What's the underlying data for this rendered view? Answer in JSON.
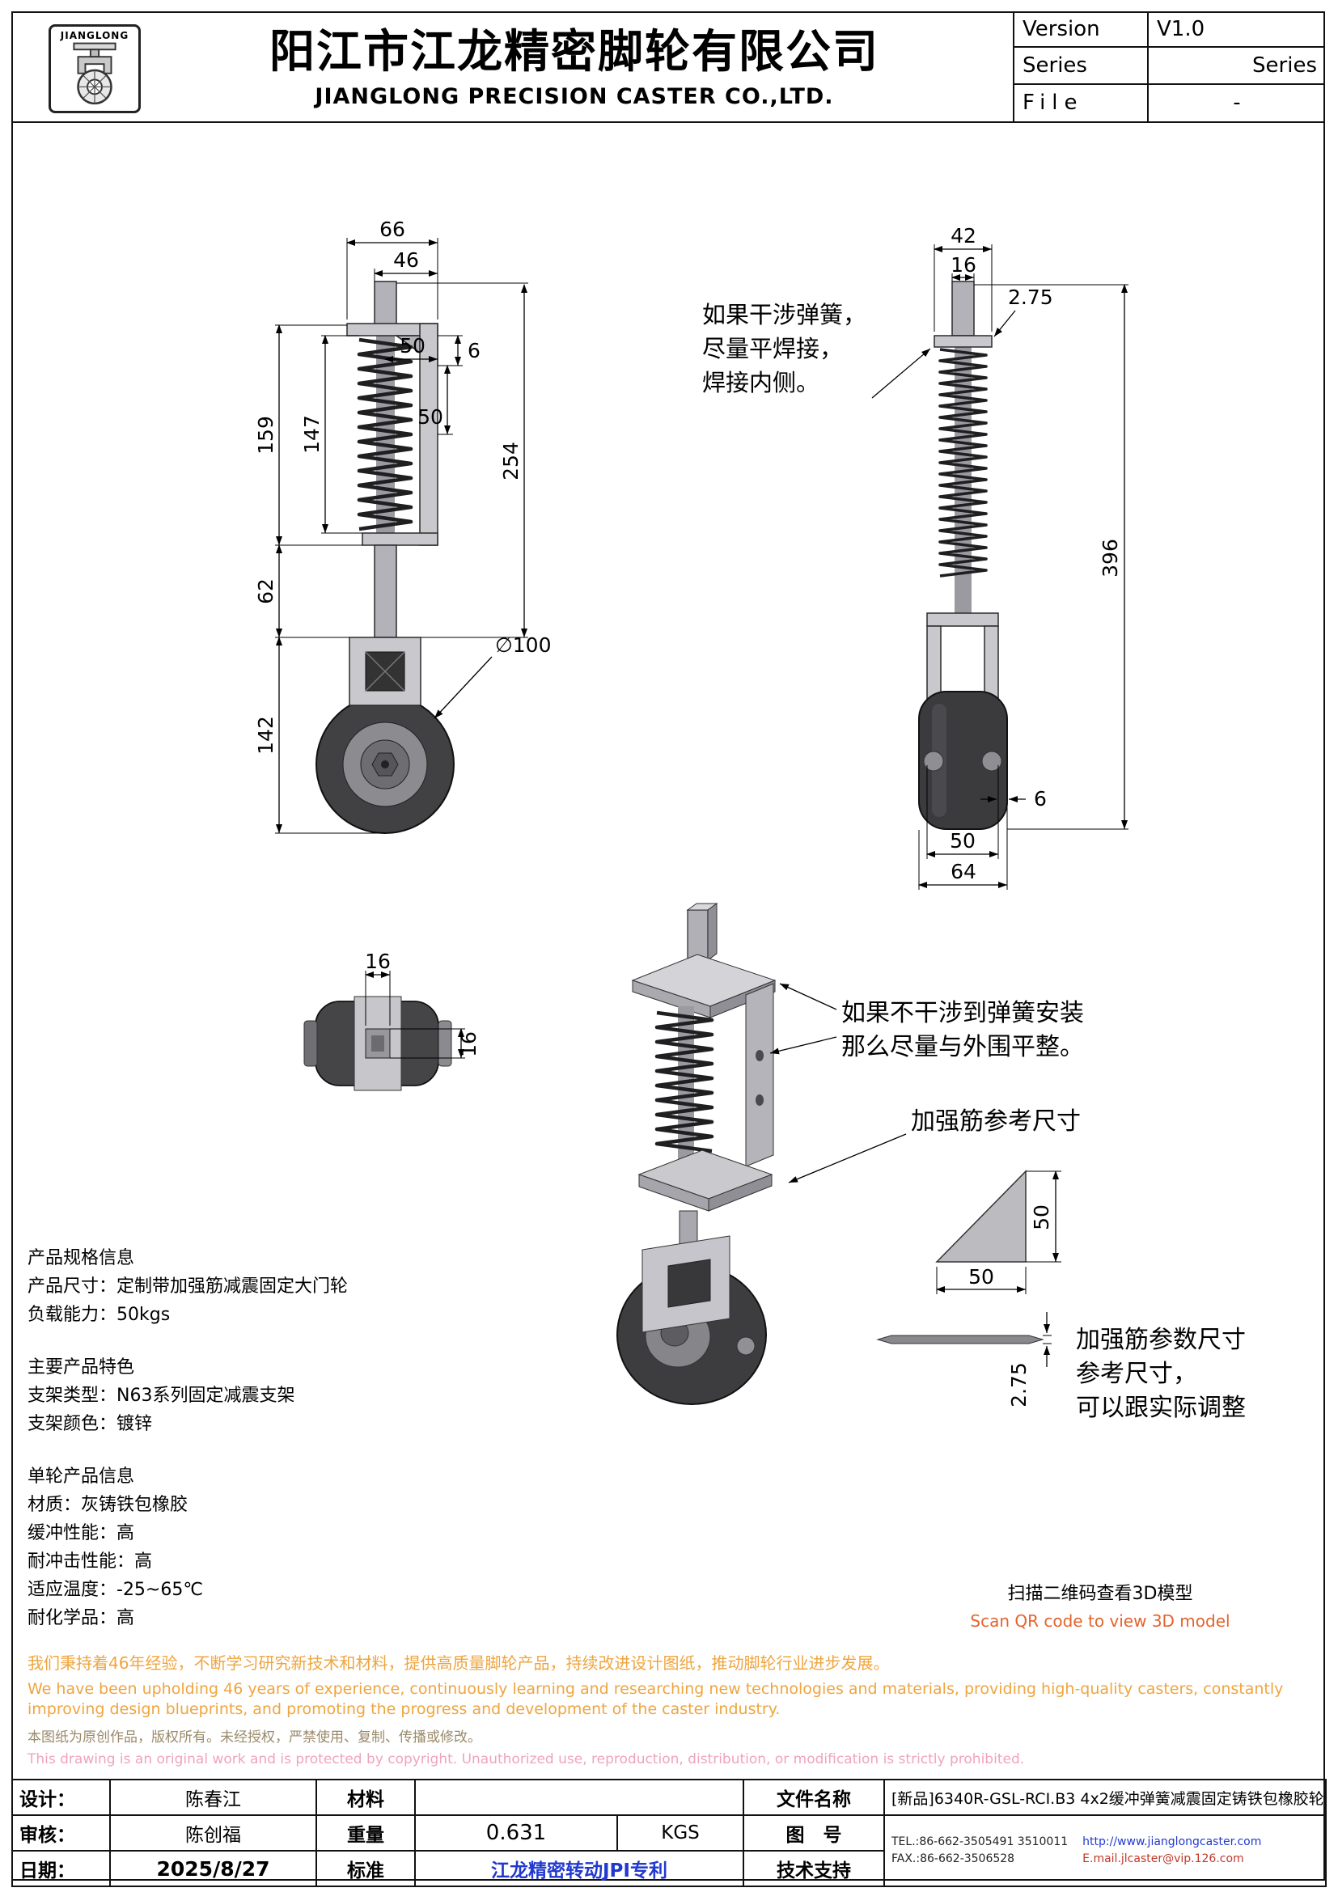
{
  "header": {
    "logo_text": "JIANGLONG",
    "company_cn": "阳江市江龙精密脚轮有限公司",
    "company_en": "JIANGLONG PRECISION CASTER CO.,LTD.",
    "meta": {
      "version_label": "Version",
      "version_value": "V1.0",
      "series_label": "Series",
      "series_value": "Series",
      "file_label": "File",
      "file_value": "-"
    }
  },
  "front_view": {
    "dim_66": "66",
    "dim_46": "46",
    "dim_50a": "50",
    "dim_6": "6",
    "dim_50b": "50",
    "dim_159": "159",
    "dim_147": "147",
    "dim_254": "254",
    "dim_62": "62",
    "dim_142": "142",
    "dim_dia": "∅100"
  },
  "side_view": {
    "dim_42": "42",
    "dim_16": "16",
    "dim_275": "2.75",
    "dim_396": "396",
    "dim_6": "6",
    "dim_50": "50",
    "dim_64": "64",
    "note_l1": "如果干涉弹簧，",
    "note_l2": "尽量平焊接，",
    "note_l3": "焊接内侧。"
  },
  "top_view": {
    "dim_16a": "16",
    "dim_16b": "16"
  },
  "iso_view": {
    "note1_l1": "如果不干涉到弹簧安装",
    "note1_l2": "那么尽量与外围平整。",
    "note2": "加强筋参考尺寸"
  },
  "gusset": {
    "dim_50v": "50",
    "dim_50h": "50",
    "dim_275": "2.75",
    "note_l1": "加强筋参数尺寸",
    "note_l2": "参考尺寸，",
    "note_l3": "可以跟实际调整"
  },
  "specs": {
    "sec1_title": "产品规格信息",
    "sec1_l1": "产品尺寸：定制带加强筋减震固定大门轮",
    "sec1_l2": "负载能力：50kgs",
    "sec2_title": "主要产品特色",
    "sec2_l1": "支架类型：N63系列固定减震支架",
    "sec2_l2": "支架颜色：镀锌",
    "sec3_title": "单轮产品信息",
    "sec3_l1": "材质：灰铸铁包橡胶",
    "sec3_l2": "缓冲性能：高",
    "sec3_l3": "耐冲击性能：高",
    "sec3_l4": "适应温度：-25~65℃",
    "sec3_l5": "耐化学品：高"
  },
  "qr": {
    "cn": "扫描二维码查看3D模型",
    "en": "Scan QR code to view 3D model"
  },
  "footer": {
    "cn_experience": "我们秉持着46年经验，不断学习研究新技术和材料，提供高质量脚轮产品，持续改进设计图纸，推动脚轮行业进步发展。",
    "en_experience": "We have been upholding 46 years of experience, continuously learning and researching new technologies and materials, providing high-quality casters, constantly improving design blueprints, and promoting the progress and development of the caster industry.",
    "cn_copyright": "本图纸为原创作品，版权所有。未经授权，严禁使用、复制、传播或修改。",
    "en_copyright": "This drawing is an original work and is protected by copyright. Unauthorized use, reproduction, distribution, or modification is strictly prohibited."
  },
  "title_block": {
    "design_label": "设计：",
    "design_value": "陈春江",
    "material_label": "材料",
    "material_value": "",
    "file_name_label": "文件名称",
    "file_name_value": "[新品]6340R-GSL-RCI.B3 4x2缓冲弹簧减震固定铸铁包橡胶轮",
    "review_label": "审核：",
    "review_value": "陈创福",
    "weight_label": "重量",
    "weight_value": "0.631",
    "weight_unit": "KGS",
    "drawing_no_label": "图　号",
    "date_label": "日期：",
    "date_value": "2025/8/27",
    "standard_label": "标准",
    "standard_value": "江龙精密转动JPI专利",
    "support_label": "技术支持",
    "tel": "TEL.:86-662-3505491 3510011",
    "fax": "FAX.:86-662-3506528",
    "website": "http://www.jianglongcaster.com",
    "email": "E.mail.jlcaster@vip.126.com"
  },
  "colors": {
    "accent_orange": "#EFA53F",
    "copyright_tan": "#9A8A6A",
    "copyright_pink": "#F0A3C0",
    "patent_blue": "#2139CE",
    "email_red": "#C03A2B"
  }
}
